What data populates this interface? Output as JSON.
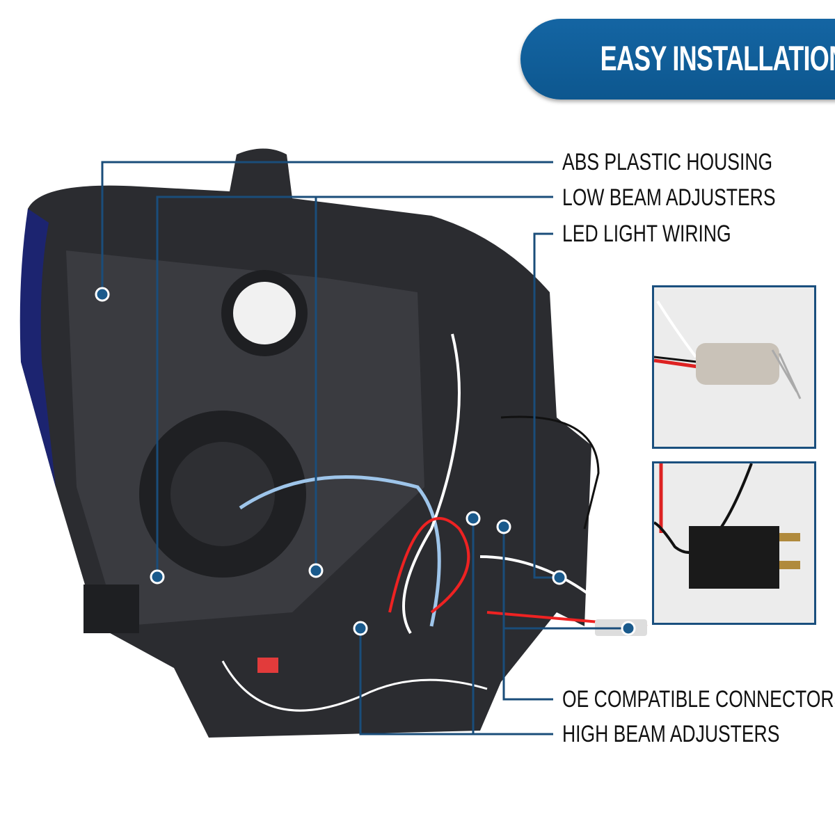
{
  "banner": {
    "title": "EASY INSTALLATION",
    "color": "#0f5c96"
  },
  "callouts": [
    {
      "id": "abs-housing",
      "label": "ABS PLASTIC HOUSING"
    },
    {
      "id": "low-beam",
      "label": "LOW BEAM ADJUSTERS"
    },
    {
      "id": "led-wiring",
      "label": "LED LIGHT WIRING"
    },
    {
      "id": "oe-connectors",
      "label": "OE COMPATIBLE CONNECTORS"
    },
    {
      "id": "high-beam",
      "label": "HIGH BEAM ADJUSTERS"
    }
  ],
  "colors": {
    "line": "#1a4d7a",
    "dot": "#1a5a8c"
  }
}
